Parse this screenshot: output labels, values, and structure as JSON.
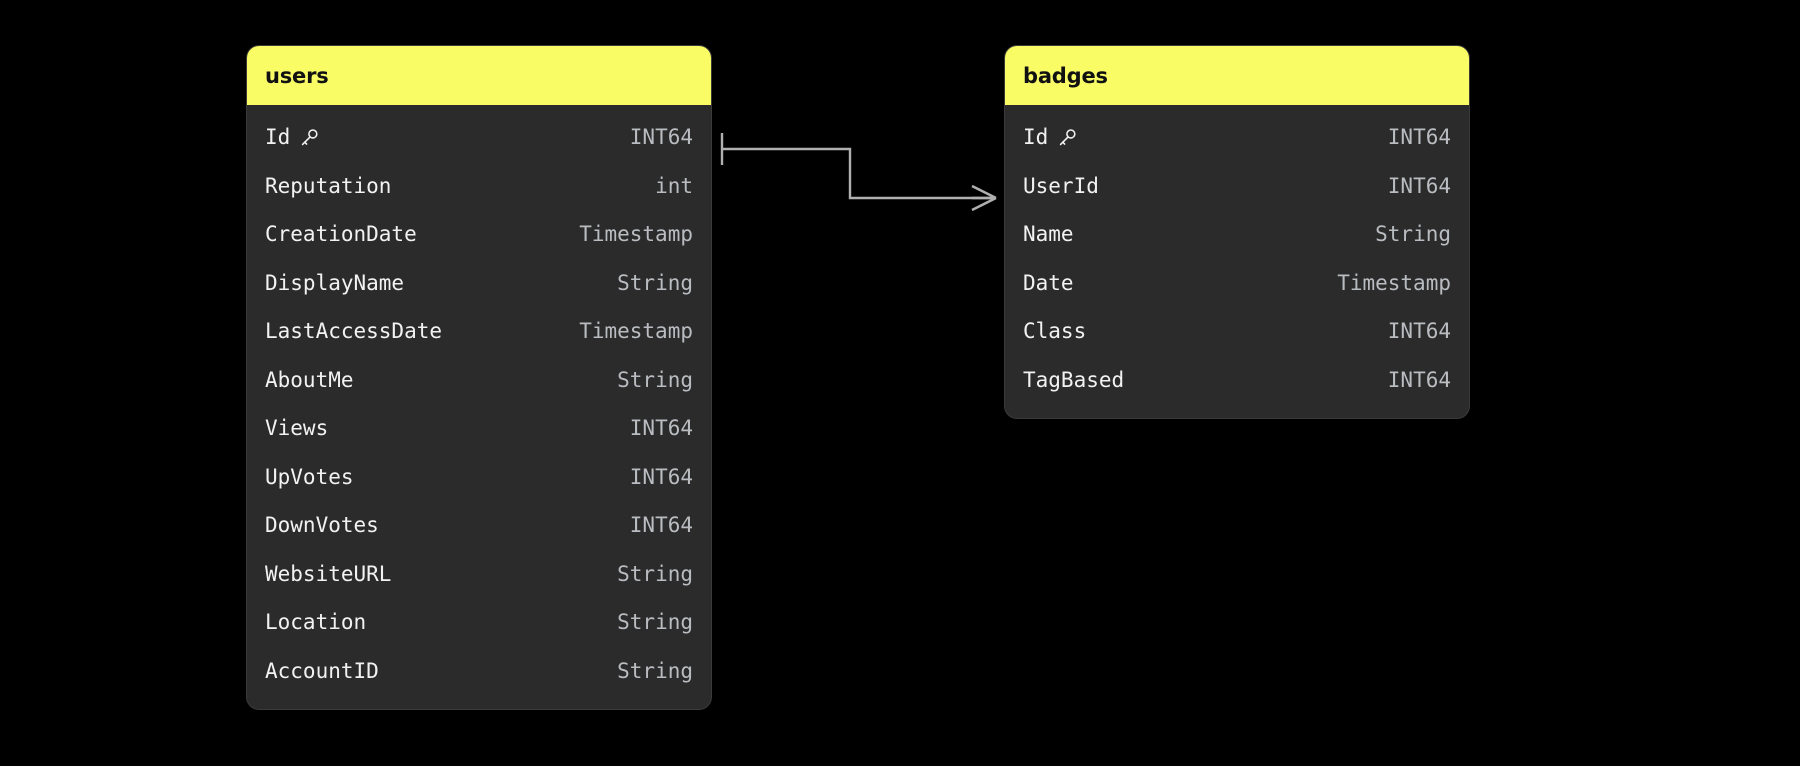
{
  "diagram": {
    "type": "entity-relationship-diagram",
    "background_color": "#000000",
    "header_color": "#fafc66",
    "body_color": "#2b2b2b",
    "name_text_color": "#f2f2f2",
    "type_text_color": "#b9bcc0",
    "connector_color": "#b0b0b0"
  },
  "tables": [
    {
      "title": "users",
      "key_icon": "key-icon",
      "columns": [
        {
          "name": "Id",
          "type": "INT64",
          "is_key": true
        },
        {
          "name": "Reputation",
          "type": "int",
          "is_key": false
        },
        {
          "name": "CreationDate",
          "type": "Timestamp",
          "is_key": false
        },
        {
          "name": "DisplayName",
          "type": "String",
          "is_key": false
        },
        {
          "name": "LastAccessDate",
          "type": "Timestamp",
          "is_key": false
        },
        {
          "name": "AboutMe",
          "type": "String",
          "is_key": false
        },
        {
          "name": "Views",
          "type": "INT64",
          "is_key": false
        },
        {
          "name": "UpVotes",
          "type": "INT64",
          "is_key": false
        },
        {
          "name": "DownVotes",
          "type": "INT64",
          "is_key": false
        },
        {
          "name": "WebsiteURL",
          "type": "String",
          "is_key": false
        },
        {
          "name": "Location",
          "type": "String",
          "is_key": false
        },
        {
          "name": "AccountID",
          "type": "String",
          "is_key": false
        }
      ]
    },
    {
      "title": "badges",
      "key_icon": "key-icon",
      "columns": [
        {
          "name": "Id",
          "type": "INT64",
          "is_key": true
        },
        {
          "name": "UserId",
          "type": "INT64",
          "is_key": false
        },
        {
          "name": "Name",
          "type": "String",
          "is_key": false
        },
        {
          "name": "Date",
          "type": "Timestamp",
          "is_key": false
        },
        {
          "name": "Class",
          "type": "INT64",
          "is_key": false
        },
        {
          "name": "TagBased",
          "type": "INT64",
          "is_key": false
        }
      ]
    }
  ],
  "relationships": [
    {
      "from_table": "users",
      "from_column": "Id",
      "from_cardinality": "one",
      "to_table": "badges",
      "to_column": "UserId",
      "to_cardinality": "many"
    }
  ]
}
